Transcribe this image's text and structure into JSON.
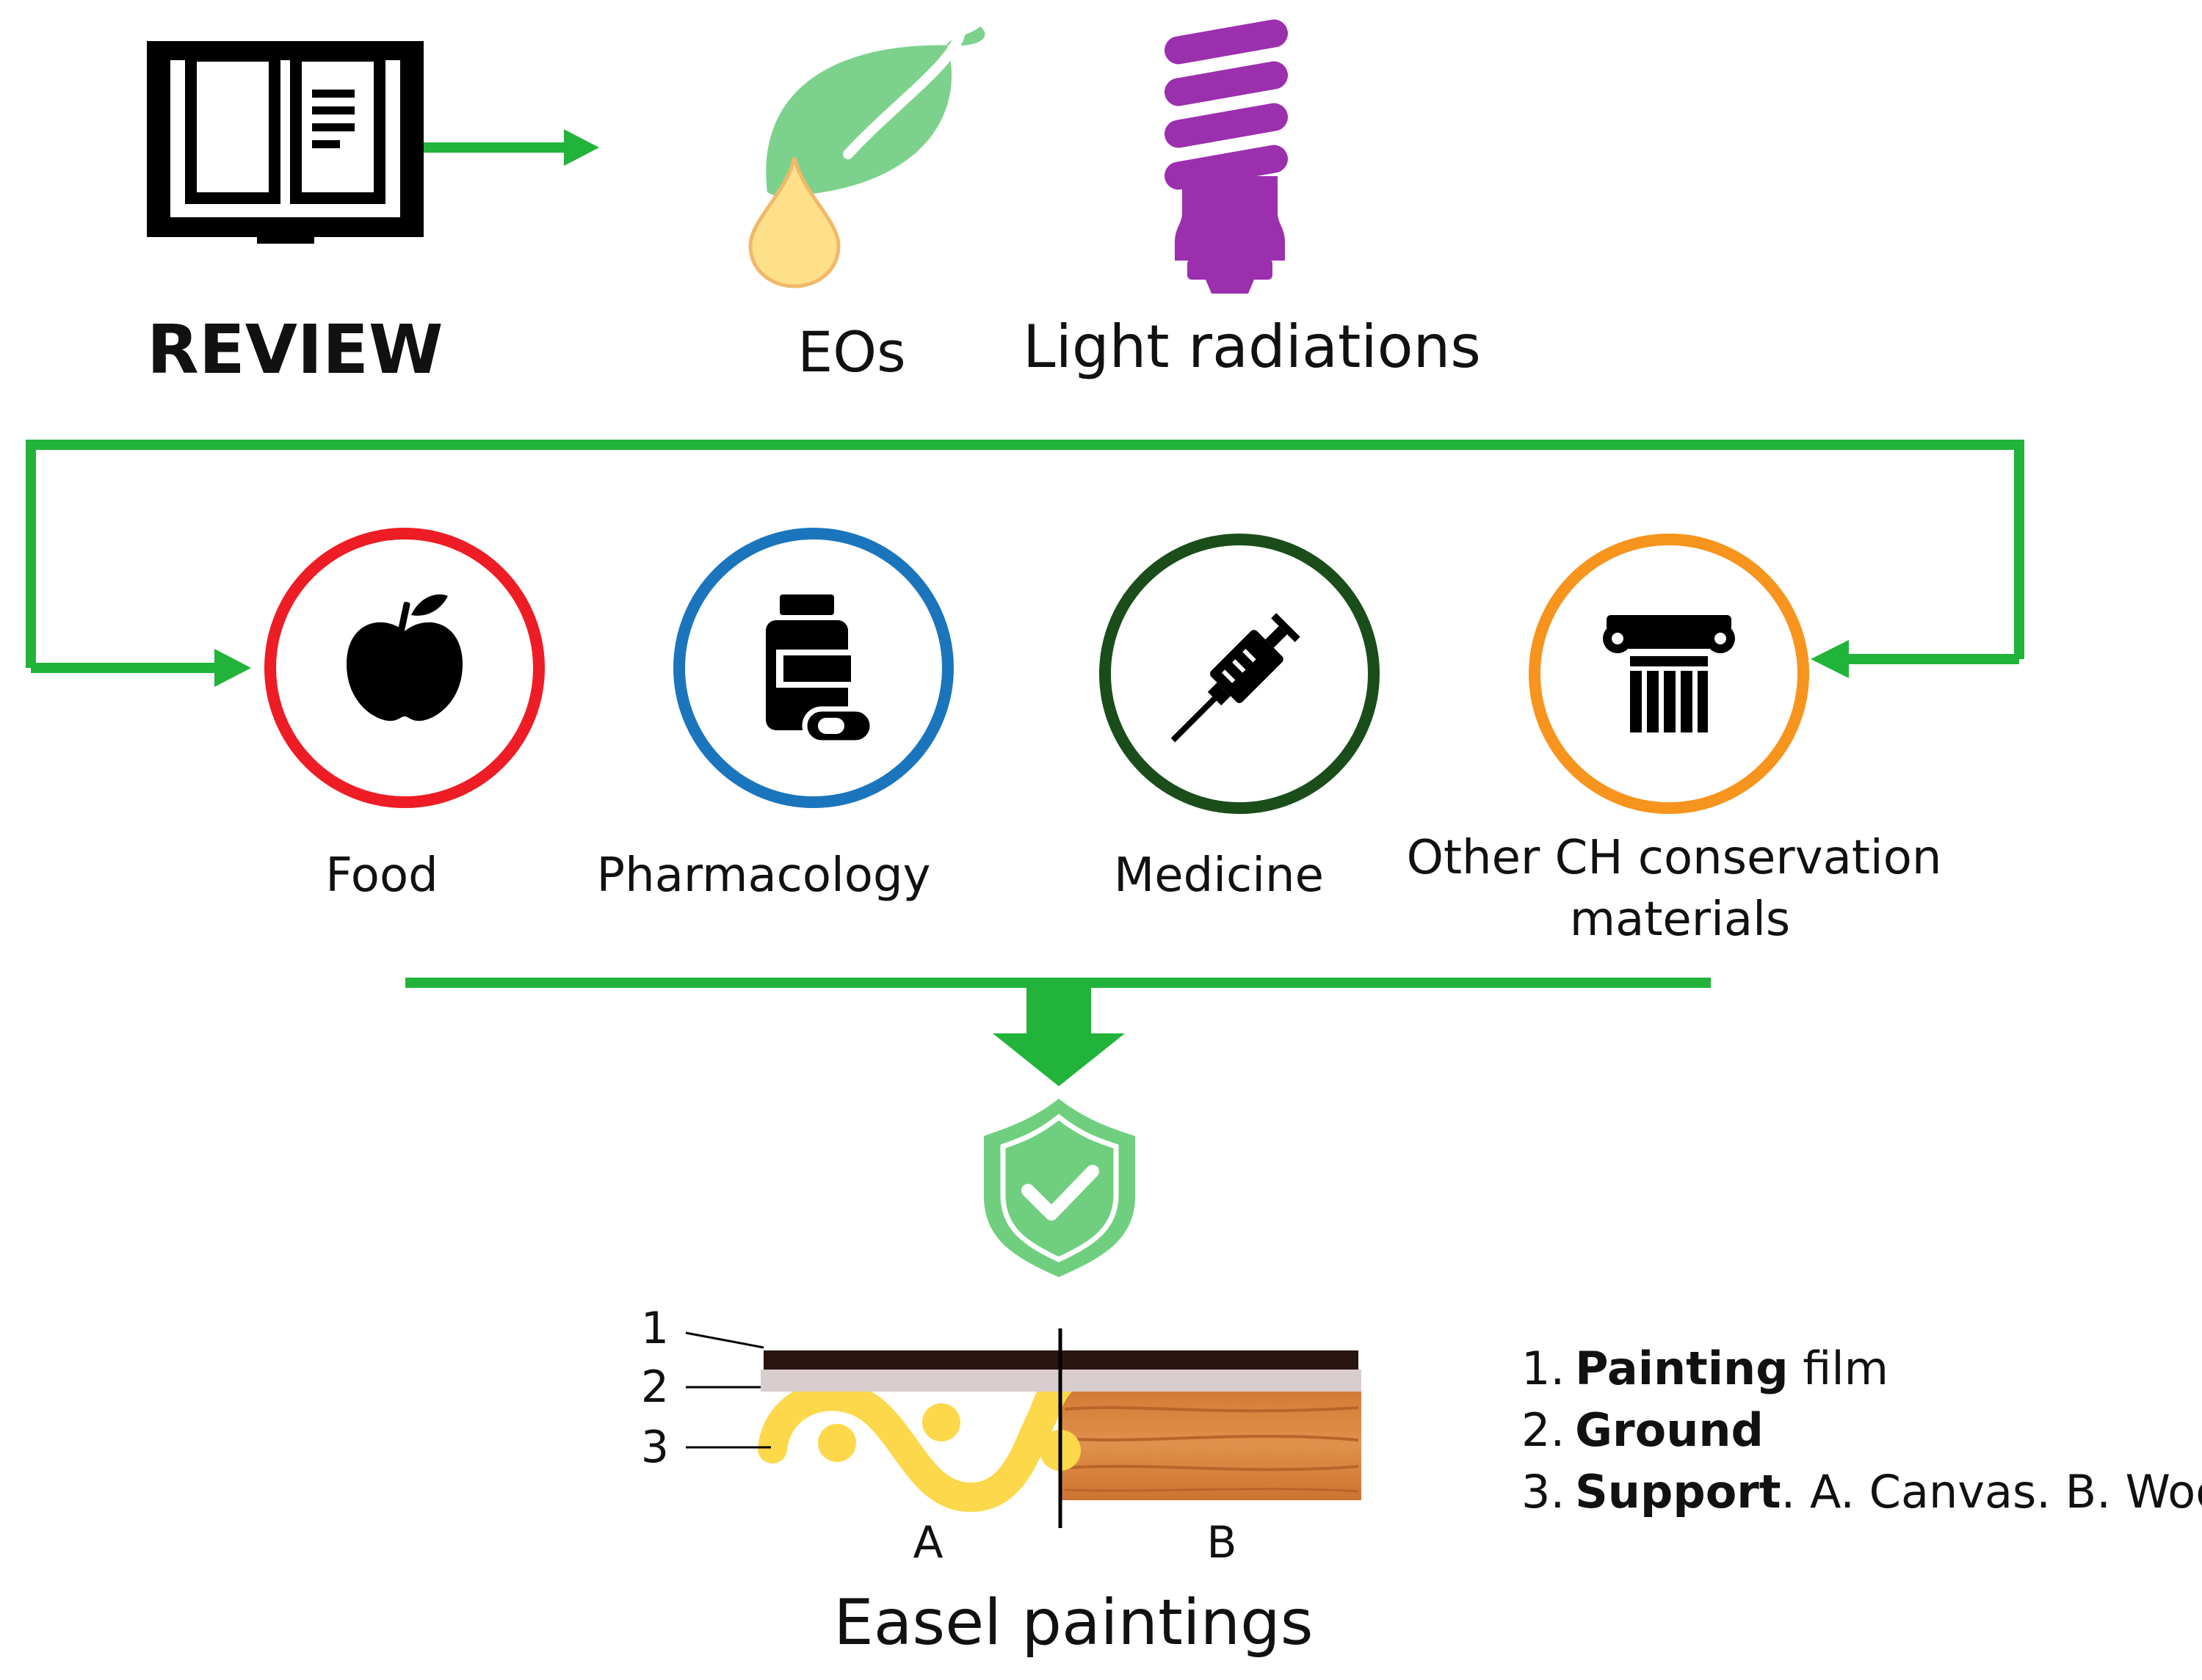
{
  "review": {
    "label": "REVIEW",
    "icon": "open-book-icon"
  },
  "top_items": [
    {
      "label": "EOs",
      "icon": "leaf-drop-icon"
    },
    {
      "label": "Light radiations",
      "icon": "light-bulb-icon"
    }
  ],
  "fields": [
    {
      "label": "Food",
      "icon": "apple-icon",
      "ring_color": "#ee1c24"
    },
    {
      "label": "Pharmacology",
      "icon": "medicine-bottle-icon",
      "ring_color": "#1b75bc"
    },
    {
      "label": "Medicine",
      "icon": "syringe-icon",
      "ring_color": "#1a4d1a"
    },
    {
      "label": "Other CH conservation",
      "label_line2": "materials",
      "icon": "column-icon",
      "ring_color": "#f7941d"
    }
  ],
  "protection_icon": "shield-check-icon",
  "diagram": {
    "layer_numbers": [
      "1",
      "2",
      "3"
    ],
    "section_labels": [
      "A",
      "B"
    ],
    "title": "Easel paintings"
  },
  "legend": [
    {
      "number": "1.",
      "bold": "Painting",
      "rest": " film"
    },
    {
      "number": "2.",
      "bold": "Ground",
      "rest": ""
    },
    {
      "number": "3.",
      "bold": "Support",
      "rest": ". A. Canvas. B. Wood"
    }
  ],
  "colors": {
    "arrow_green": "#22b33a",
    "leaf_green": "#7cd28c",
    "drop_yellow": "#ffe08a",
    "bulb_purple": "#9b2fae",
    "shield_green": "#6fcf7f",
    "canvas_yellow": "#fcd84a",
    "wood_orange": "#d9843f",
    "film_brown": "#2a1410",
    "ground_grey": "#d8cccc"
  }
}
